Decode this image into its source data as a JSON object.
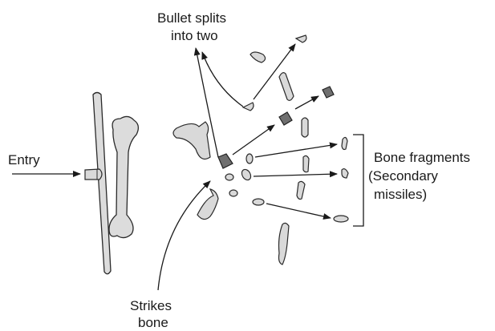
{
  "labels": {
    "entry": "Entry",
    "bullet_splits_line1": "Bullet splits",
    "bullet_splits_line2": "into two",
    "bone_fragments_line1": "Bone fragments",
    "bone_fragments_line2": "(Secondary",
    "bone_fragments_line3": "missiles)",
    "strikes_line1": "Strikes",
    "strikes_line2": "bone"
  },
  "colors": {
    "ink": "#1a1a1a",
    "fragment_fill": "#d9d9d9",
    "bullet_fill": "#6f6f6f"
  }
}
